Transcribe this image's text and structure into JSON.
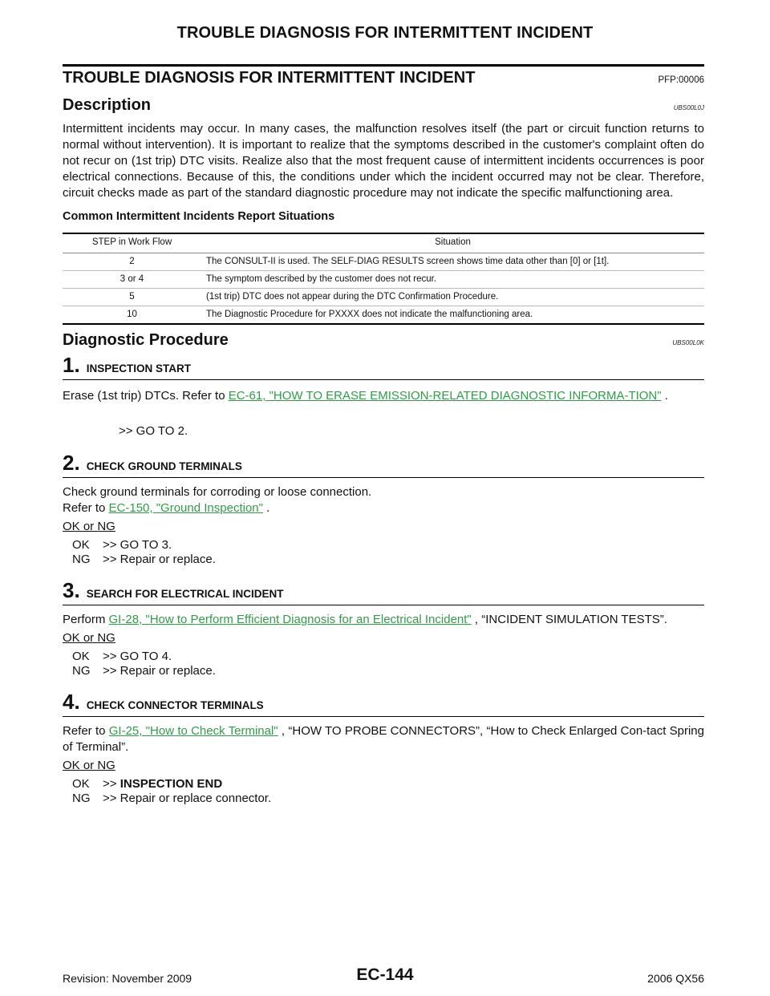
{
  "page": {
    "header": "TROUBLE DIAGNOSIS FOR INTERMITTENT INCIDENT",
    "footer_revision": "Revision: November 2009",
    "footer_page": "EC-144",
    "footer_model": "2006 QX56"
  },
  "section": {
    "title": "TROUBLE DIAGNOSIS FOR INTERMITTENT INCIDENT",
    "code": "PFP:00006"
  },
  "description": {
    "heading": "Description",
    "code": "UBS00L0J",
    "text": "Intermittent incidents may occur. In many cases, the malfunction resolves itself (the part or circuit function returns to normal without intervention). It is important to realize that the symptoms described in the customer's complaint often do not recur on (1st trip) DTC visits. Realize also that the most frequent cause of intermittent incidents occurrences is poor electrical connections. Because of this, the conditions under which the incident occurred may not be clear. Therefore, circuit checks made as part of the standard diagnostic procedure may not indicate the specific malfunctioning area."
  },
  "situations_table": {
    "title": "Common Intermittent Incidents Report Situations",
    "headers": [
      "STEP in Work Flow",
      "Situation"
    ],
    "rows": [
      {
        "step": "2",
        "situation": "The CONSULT-II is used. The SELF-DIAG RESULTS screen shows time data other than [0] or [1t]."
      },
      {
        "step": "3 or 4",
        "situation": "The symptom described by the customer does not recur."
      },
      {
        "step": "5",
        "situation": "(1st trip) DTC does not appear during the DTC Confirmation Procedure."
      },
      {
        "step": "10",
        "situation": "The Diagnostic Procedure for PXXXX does not indicate the malfunctioning area."
      }
    ]
  },
  "procedure": {
    "heading": "Diagnostic Procedure",
    "code": "UBS00L0K",
    "ok_ng_label": "OK or NG",
    "steps": [
      {
        "num": "1.",
        "title": "INSPECTION START",
        "text_pre": "Erase (1st trip) DTCs. Refer to ",
        "link": "EC-61, \"HOW TO ERASE EMISSION-RELATED DIAGNOSTIC INFORMA-TION\"",
        "text_post": " .",
        "goto": ">> GO TO 2."
      },
      {
        "num": "2.",
        "title": "CHECK GROUND TERMINALS",
        "line1": "Check ground terminals for corroding or loose connection.",
        "text_pre": "Refer to ",
        "link": "EC-150, \"Ground Inspection\"",
        "text_post": " .",
        "ok": ">> GO TO 3.",
        "ng": ">> Repair or replace."
      },
      {
        "num": "3.",
        "title": "SEARCH FOR ELECTRICAL INCIDENT",
        "text_pre": "Perform ",
        "link": "GI-28, \"How to Perform Efficient Diagnosis for an Electrical Incident\"",
        "text_post": " , “INCIDENT SIMULATION TESTS”.",
        "ok": ">> GO TO 4.",
        "ng": ">> Repair or replace."
      },
      {
        "num": "4.",
        "title": "CHECK CONNECTOR TERMINALS",
        "text_pre": "Refer to ",
        "link": "GI-25, \"How to Check Terminal\"",
        "text_post": " , “HOW TO PROBE CONNECTORS”, “How to Check Enlarged Con-tact Spring of Terminal”.",
        "ok_prefix": ">> ",
        "ok_bold": "INSPECTION END",
        "ng": ">> Repair or replace connector."
      }
    ],
    "ok_key": "OK",
    "ng_key": "NG"
  },
  "colors": {
    "link": "#2e9e46",
    "text": "#111111"
  }
}
